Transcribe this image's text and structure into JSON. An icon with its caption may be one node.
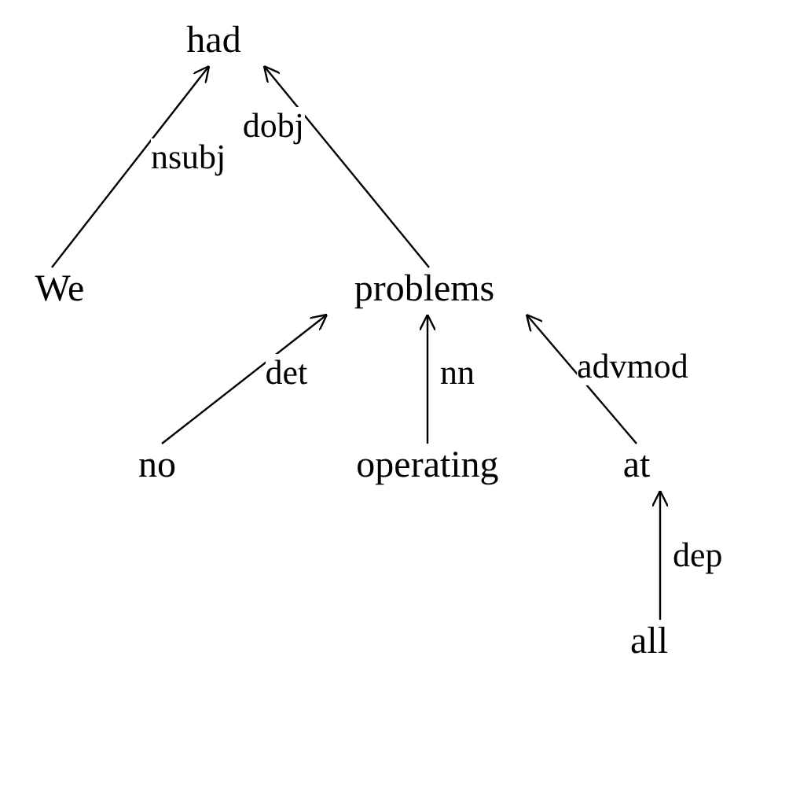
{
  "diagram": {
    "nodes": [
      {
        "text": [
          "had"
        ]
      },
      {
        "text": [
          "We"
        ]
      },
      {
        "text": [
          "problems"
        ]
      },
      {
        "text": [
          "no"
        ]
      },
      {
        "text": [
          "operating"
        ]
      },
      {
        "text": [
          "at"
        ]
      },
      {
        "text": [
          "all"
        ]
      }
    ],
    "edges": [
      {
        "from": 1,
        "to": 0,
        "arrow": "to",
        "label": "nsubj"
      },
      {
        "from": 2,
        "to": 0,
        "arrow": "to",
        "label": "dobj"
      },
      {
        "from": 3,
        "to": 2,
        "arrow": "to",
        "label": "det"
      },
      {
        "from": 4,
        "to": 2,
        "arrow": "to",
        "label": "nn"
      },
      {
        "from": 5,
        "to": 2,
        "arrow": "to",
        "label": "advmod"
      },
      {
        "from": 6,
        "to": 5,
        "arrow": "to",
        "label": "dep"
      }
    ]
  }
}
